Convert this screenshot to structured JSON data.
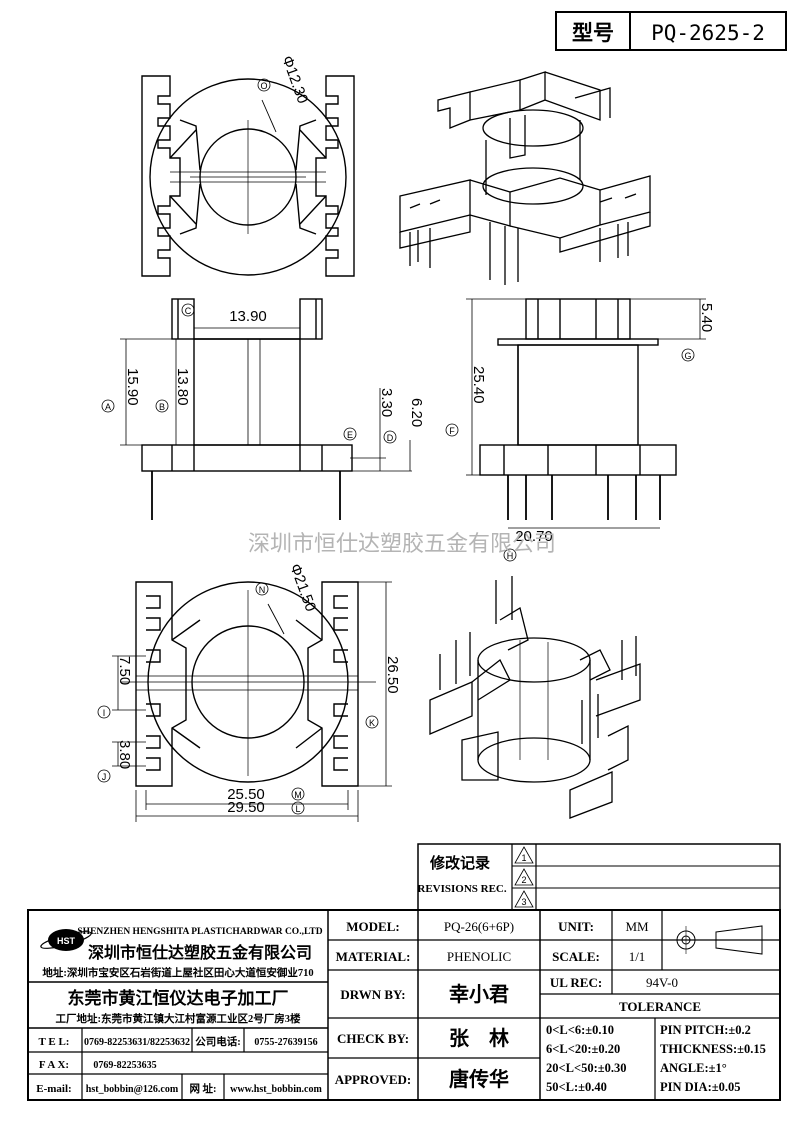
{
  "title_block": {
    "model_label": "型号",
    "model_value": "PQ-2625-2"
  },
  "watermark": "深圳市恒仕达塑胶五金有限公司",
  "dimensions": {
    "circle_top": "Φ12.30",
    "width_top": "13.90",
    "height_a": "15.90",
    "height_b": "13.80",
    "dim_d": "3.30",
    "dim_e": "6.20",
    "height_f": "25.40",
    "dim_g": "5.40",
    "width_h": "20.70",
    "circle_bottom": "Φ21.50",
    "dim_i": "7.50",
    "dim_j": "3.80",
    "height_k": "26.50",
    "width_m": "25.50",
    "width_l": "29.50"
  },
  "markers": {
    "o": "O",
    "c": "C",
    "a": "A",
    "b": "B",
    "e": "E",
    "d": "D",
    "f": "F",
    "g": "G",
    "h": "H",
    "n": "N",
    "i": "I",
    "j": "J",
    "k": "K",
    "m": "M",
    "l": "L"
  },
  "revisions": {
    "title_cn": "修改记录",
    "title_en": "REVISIONS REC.",
    "marks": [
      "1",
      "2",
      "3"
    ]
  },
  "company": {
    "name_en": "SHENZHEN HENGSHITA PLASTICHARDWAR CO.,LTD",
    "name_cn": "深圳市恒仕达塑胶五金有限公司",
    "address": "地址:深圳市宝安区石岩街道上屋社区田心大道恒安御业710",
    "factory_name": "东莞市黄江恒仪达电子加工厂",
    "factory_address": "工厂地址:东莞市黄江镇大江村富源工业区2号厂房3楼",
    "tel_label": "T E L:",
    "tel_value": "0769-82253631/82253632",
    "company_tel_label": "公司电话:",
    "company_tel_value": "0755-27639156",
    "fax_label": "F A X:",
    "fax_value": "0769-82253635",
    "email_label": "E-mail:",
    "email_value": "hst_bobbin@126.com",
    "web_label": "网 址:",
    "web_value": "www.hst_bobbin.com"
  },
  "specs": {
    "model_label": "MODEL:",
    "model_value": "PQ-26(6+6P)",
    "material_label": "MATERIAL:",
    "material_value": "PHENOLIC",
    "drawn_label": "DRWN BY:",
    "drawn_value": "幸小君",
    "check_label": "CHECK BY:",
    "check_value": "张    林",
    "approved_label": "APPROVED:",
    "approved_value": "唐传华",
    "unit_label": "UNIT:",
    "unit_value": "MM",
    "scale_label": "SCALE:",
    "scale_value": "1/1",
    "ul_label": "UL REC:",
    "ul_value": "94V-0",
    "tolerance_label": "TOLERANCE",
    "tol1": "0<L<6:±0.10",
    "tol2": "6<L<20:±0.20",
    "tol3": "20<L<50:±0.30",
    "tol4": "50<L:±0.40",
    "pitch": "PIN PITCH:±0.2",
    "thickness": "THICKNESS:±0.15",
    "angle": "ANGLE:±1°",
    "pin_dia": "PIN DIA:±0.05"
  }
}
